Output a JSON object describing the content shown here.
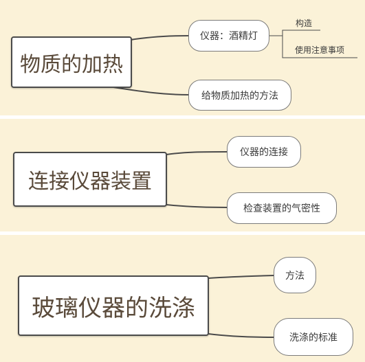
{
  "colors": {
    "background": "#fbf2d8",
    "separator": "#ffffff",
    "line": "#4a4a4a",
    "root_text": "#5a4a3a"
  },
  "maps": [
    {
      "root": "物质的加热",
      "branches": [
        {
          "label": "仪器：酒精灯",
          "children": [
            "构造",
            "使用注意事项"
          ]
        },
        {
          "label": "给物质加热的方法"
        }
      ]
    },
    {
      "root": "连接仪器装置",
      "branches": [
        {
          "label": "仪器的连接"
        },
        {
          "label": "检查装置的气密性"
        }
      ]
    },
    {
      "root": "玻璃仪器的洗涤",
      "branches": [
        {
          "label": "方法"
        },
        {
          "label": "洗涤的标准"
        }
      ]
    }
  ]
}
